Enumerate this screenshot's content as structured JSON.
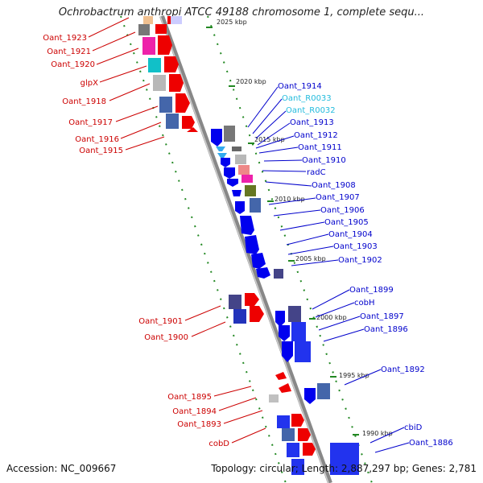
{
  "title": "Ochrobactrum anthropi ATCC 49188 chromosome 1, complete sequ...",
  "footer": {
    "accession": "Accession: NC_009667",
    "topology": "Topology: circular; Length: 2,887,297 bp; Genes: 2,781"
  },
  "kbp_ticks": [
    "2025 kbp",
    "2020 kbp",
    "2015 kbp",
    "2010 kbp",
    "2005 kbp",
    "2000 kbp",
    "1995 kbp",
    "1990 kbp"
  ],
  "colors": {
    "backbone": "#888888",
    "minus_strand": "#ee0000",
    "plus_strand": "#0000ee",
    "label_minus": "#cc0000",
    "label_plus": "#0000cc",
    "label_rna": "#22bbdd",
    "tick": "#228822"
  },
  "genes_left": [
    "Oant_1923",
    "Oant_1921",
    "Oant_1920",
    "glpX",
    "Oant_1918",
    "Oant_1917",
    "Oant_1916",
    "Oant_1915",
    "Oant_1901",
    "Oant_1900",
    "Oant_1895",
    "Oant_1894",
    "Oant_1893",
    "cobD"
  ],
  "genes_right": [
    "Oant_1914",
    "Oant_R0033",
    "Oant_R0032",
    "Oant_1913",
    "Oant_1912",
    "Oant_1911",
    "Oant_1910",
    "radC",
    "Oant_1908",
    "Oant_1907",
    "Oant_1906",
    "Oant_1905",
    "Oant_1904",
    "Oant_1903",
    "Oant_1902",
    "Oant_1899",
    "cobH",
    "Oant_1897",
    "Oant_1896",
    "Oant_1892",
    "cbiD",
    "Oant_1886"
  ]
}
